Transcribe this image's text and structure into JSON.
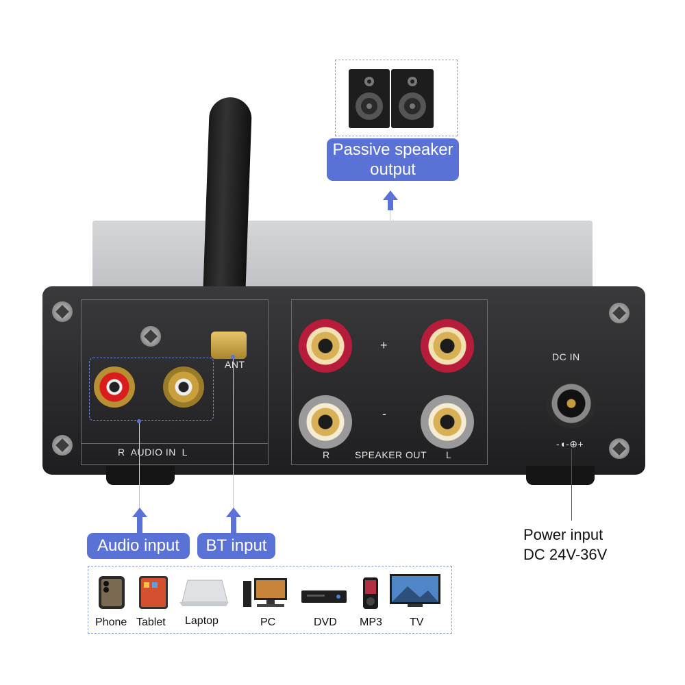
{
  "callouts": {
    "speaker_output": [
      "Passive speaker",
      "output"
    ],
    "audio_input": "Audio input",
    "bt_input": "BT input",
    "power_input": [
      "Power input",
      "DC 24V-36V"
    ]
  },
  "panel": {
    "audio_in": "R  AUDIO IN  L",
    "ant": "ANT",
    "plus": "+",
    "minus": "-",
    "speaker_out_r": "R",
    "speaker_out": "SPEAKER OUT",
    "speaker_out_l": "L",
    "dc_in": "DC IN",
    "polarity": "-◖-⊕+"
  },
  "sources": [
    {
      "label": "Phone",
      "icon": "phone-icon"
    },
    {
      "label": "Tablet",
      "icon": "tablet-icon"
    },
    {
      "label": "Laptop",
      "icon": "laptop-icon"
    },
    {
      "label": "PC",
      "icon": "pc-icon"
    },
    {
      "label": "DVD",
      "icon": "dvd-icon"
    },
    {
      "label": "MP3",
      "icon": "mp3-icon"
    },
    {
      "label": "TV",
      "icon": "tv-icon"
    }
  ],
  "colors": {
    "accent": "#5a72d6",
    "device": "#262628",
    "red_terminal": "#b71d3b"
  }
}
